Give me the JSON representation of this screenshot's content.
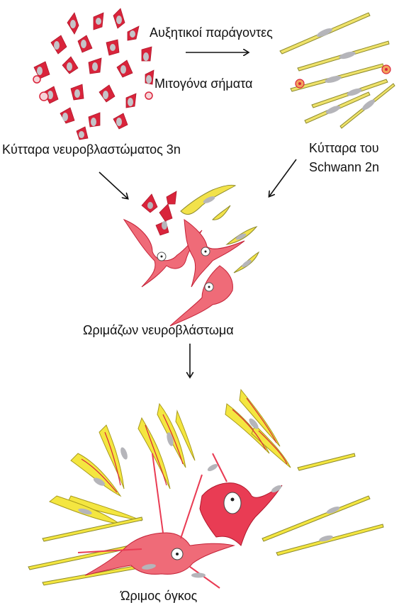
{
  "labels": {
    "growth_factors": "Αυξητικοί παράγοντες",
    "mitogenic_signals": "Μιτογόνα σήματα",
    "neuroblastoma_cells": "Κύτταρα νευροβλαστώματος 3n",
    "schwann_line1": "Κύτταρα του",
    "schwann_line2": "Schwann 2n",
    "maturing": "Ωριμάζων νευροβλάστωμα",
    "mature": "Ώριμος όγκος"
  },
  "colors": {
    "neuroblast": "#d9243b",
    "neuroblast_light": "#ef6b78",
    "schwann": "#f2e24a",
    "schwann_edge": "#8d8a2c",
    "nucleus": "#b9b9bd",
    "arrow": "#111111"
  }
}
